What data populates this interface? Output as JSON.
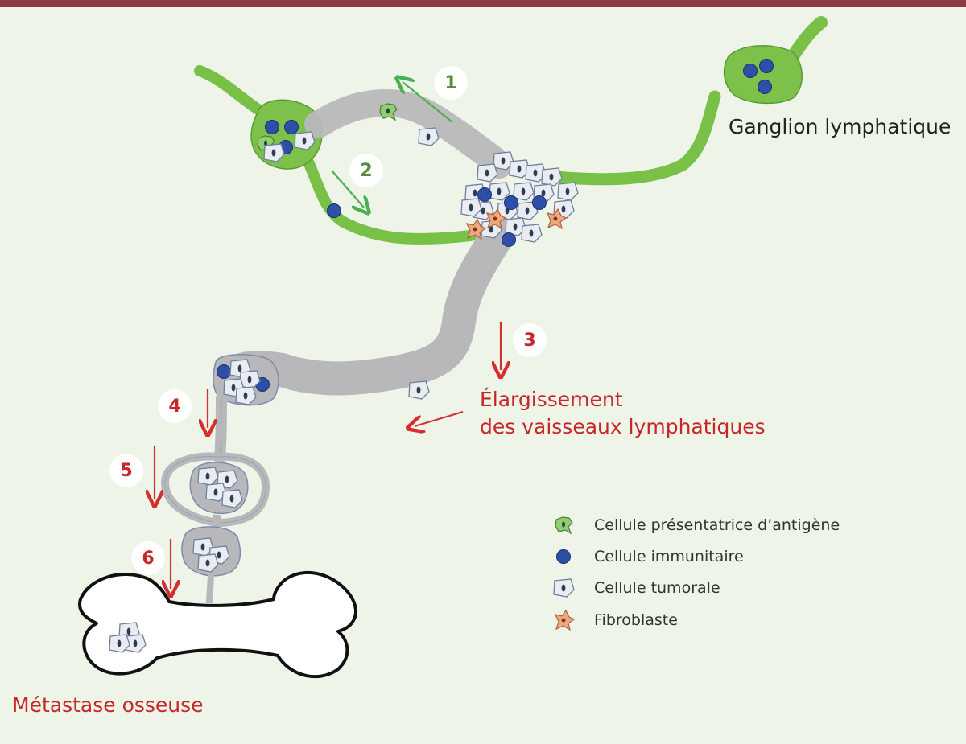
{
  "labels": {
    "ganglion": "Ganglion lymphatique",
    "elargissement_1": "Élargissement",
    "elargissement_2": "des vaisseaux lymphatiques",
    "metastase": "Métastase osseuse"
  },
  "steps": [
    "1",
    "2",
    "3",
    "4",
    "5",
    "6"
  ],
  "legend": [
    {
      "label": "Cellule présentatrice d’antigène",
      "icon": "antigen-presenting-cell-icon"
    },
    {
      "label": "Cellule immunitaire",
      "icon": "immune-cell-icon"
    },
    {
      "label": "Cellule tumorale",
      "icon": "tumor-cell-icon"
    },
    {
      "label": "Fibroblaste",
      "icon": "fibroblast-icon"
    }
  ],
  "colors": {
    "background": "#eef4e8",
    "top_border": "#8b3a46",
    "lymph_vessel_green": "#7cc24a",
    "vessel_gray": "#b8b8bb",
    "immune_blue": "#2d4fa8",
    "fibroblast_orange": "#f2a77a",
    "accent_red": "#c62828",
    "accent_green": "#5a8a3a"
  }
}
